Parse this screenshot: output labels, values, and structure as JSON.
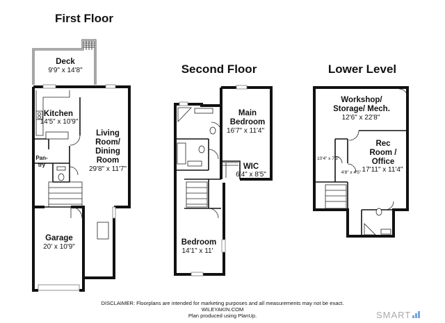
{
  "floors": [
    {
      "title": "First Floor",
      "rooms": [
        {
          "name": "Deck",
          "dims": "9'9\" x 14'8\""
        },
        {
          "name": "Kitchen",
          "dims": "14'5\" x 10'9\""
        },
        {
          "name": "Living Room/ Dining Room",
          "name_lines": [
            "Living",
            "Room/",
            "Dining",
            "Room"
          ],
          "dims": "29'8\" x 11'7\""
        },
        {
          "name": "Pantry",
          "name_lines": [
            "Pan-",
            "try"
          ]
        },
        {
          "name": "Garage",
          "dims": "20' x 10'9\""
        }
      ]
    },
    {
      "title": "Second Floor",
      "rooms": [
        {
          "name": "Main Bedroom",
          "name_lines": [
            "Main",
            "Bedroom"
          ],
          "dims": "16'7\" x 11'4\""
        },
        {
          "name": "WIC",
          "dims": "6'4\" x 8'5\""
        },
        {
          "name": "Bedroom",
          "dims": "14'1\" x 11'"
        }
      ]
    },
    {
      "title": "Lower Level",
      "rooms": [
        {
          "name": "Workshop/ Storage/ Mech.",
          "name_lines": [
            "Workshop/",
            "Storage/ Mech."
          ],
          "dims": "12'6\" x 22'8\""
        },
        {
          "name": "Rec Room / Office",
          "name_lines": [
            "Rec",
            "Room /",
            "Office"
          ],
          "dims": "17'11\" x 11'4\""
        }
      ],
      "extra_dims": [
        "10'4\" x 7'3\"",
        "4'8\" x 4'5\""
      ]
    }
  ],
  "footer": {
    "disclaimer": "DISCLAIMER: Floorplans are intended for marketing purposes and all measurements may not be exact.",
    "website": "WILEYAKIN.COM",
    "credit": "Plan produced using PlanUp."
  },
  "logo": {
    "text": "SMART",
    "color": "#a9a9a9",
    "accent": "#7aa6d8"
  },
  "icons": [
    "stair-icon",
    "door-swing-icon",
    "toilet-icon",
    "sink-icon",
    "bathtub-icon",
    "stove-icon",
    "window-icon"
  ]
}
